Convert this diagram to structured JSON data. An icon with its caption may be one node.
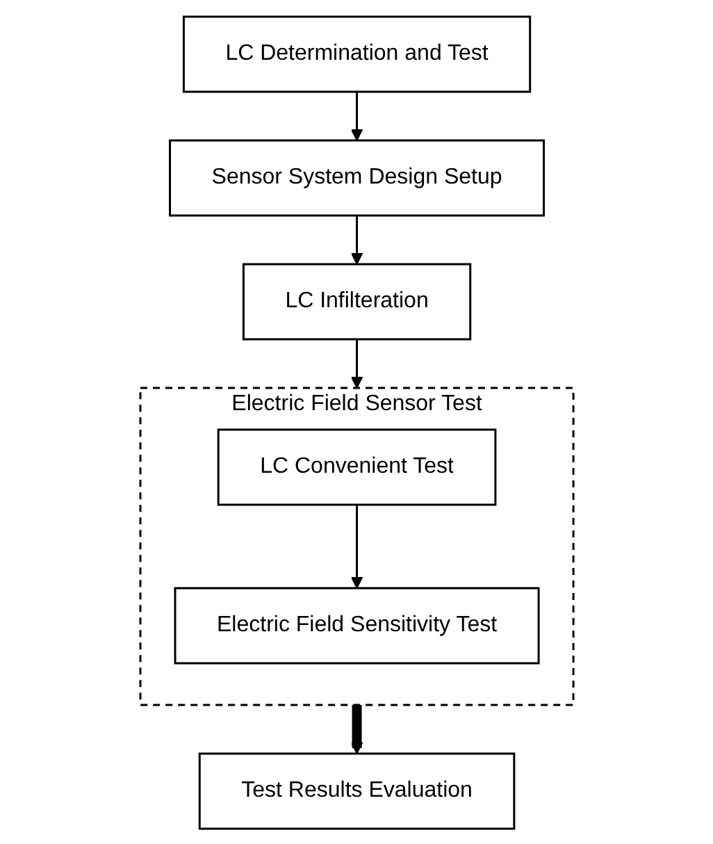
{
  "diagram": {
    "nodes": [
      {
        "text": [
          "LC Determination and Test"
        ]
      },
      {
        "text": [
          "Sensor System Design Setup"
        ]
      },
      {
        "text": [
          "LC Infilteration"
        ]
      },
      {
        "text": [
          "Electric Field Sensor Test"
        ]
      },
      {
        "text": [
          "LC Convenient Test"
        ],
        "in": 3
      },
      {
        "text": [
          "Electric Field Sensitivity Test"
        ],
        "in": 3
      },
      {
        "text": [
          "Test Results Evaluation"
        ]
      }
    ],
    "edges": [
      {
        "from": 0,
        "to": 1,
        "arrow": "to"
      },
      {
        "from": 1,
        "to": 2,
        "arrow": "to"
      },
      {
        "from": 2,
        "to": 3,
        "arrow": "to"
      },
      {
        "from": 4,
        "to": 5,
        "arrow": "to"
      },
      {
        "from": 3,
        "to": 6,
        "arrow": "to",
        "style": "thick"
      }
    ]
  }
}
